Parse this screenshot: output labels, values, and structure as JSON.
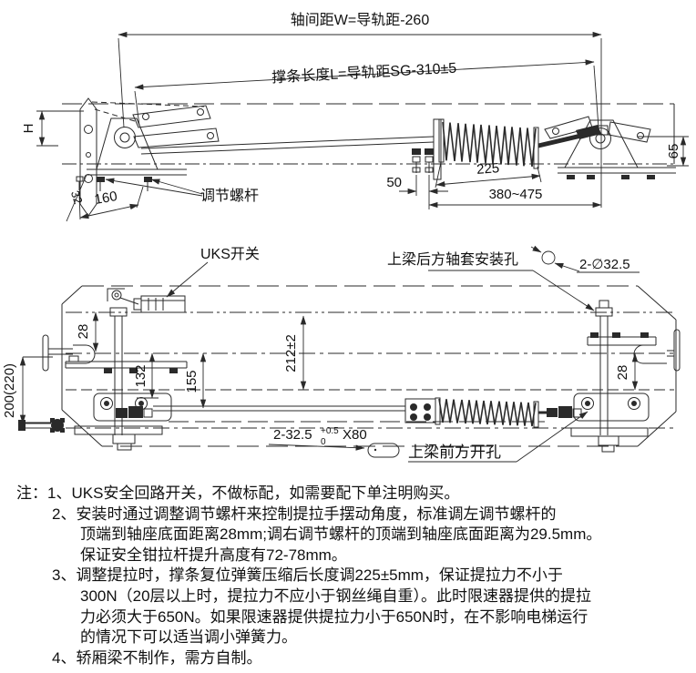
{
  "top_view": {
    "dim_axle_spacing": "轴间距W=导轨距-260",
    "dim_strut_length": "撑条长度L=导轨距SG-310±5",
    "dim_h": "H",
    "dim_32": "32",
    "dim_160": "160",
    "label_adjusting_screw": "调节螺杆",
    "dim_50": "50",
    "dim_225": "225",
    "dim_range": "380~475",
    "dim_65": "65"
  },
  "front_view": {
    "label_uks_switch": "UKS开关",
    "label_rear_sleeve_hole": "上梁后方轴套安装孔",
    "dim_rear_hole": "2-∅32.5",
    "dim_28_left": "28",
    "dim_132": "132",
    "dim_155": "155",
    "dim_212": "212±2",
    "dim_200_220": "200(220)",
    "dim_28_right": "28",
    "slot_dim_main": "2-32.5",
    "slot_dim_sup": "+0.5",
    "slot_dim_sub": "0",
    "slot_dim_suffix": "X80",
    "label_front_opening": "上梁前方开孔"
  },
  "notes": {
    "lines": [
      {
        "text": "注：1、UKS安全回路开关，不做标配，如需要配下单注明购买。"
      },
      {
        "text": "2、安装时通过调整调节螺杆来控制提拉手摆动角度，标准调左调节螺杆的"
      },
      {
        "text": "顶端到轴座底面距离28mm;调右调节螺杆的顶端到轴座底面距离为29.5mm。"
      },
      {
        "text": "保证安全钳拉杆提升高度有72-78mm。"
      },
      {
        "text": "3、调整提拉时，撑条复位弹簧压缩后长度调225±5mm，保证提拉力不小于"
      },
      {
        "text": "300N（20层以上时，提拉力不应小于钢丝绳自重）。此时限速器提供的提拉"
      },
      {
        "text": "力必须大于650N。如果限速器提供提拉力小于650N时，在不影响电梯运行"
      },
      {
        "text": "的情况下可以适当调小弹簧力。"
      },
      {
        "text": "4、轿厢梁不制作，需方自制。"
      }
    ]
  },
  "colors": {
    "line": "#2a2a2a",
    "text": "#111111",
    "background": "#ffffff"
  }
}
